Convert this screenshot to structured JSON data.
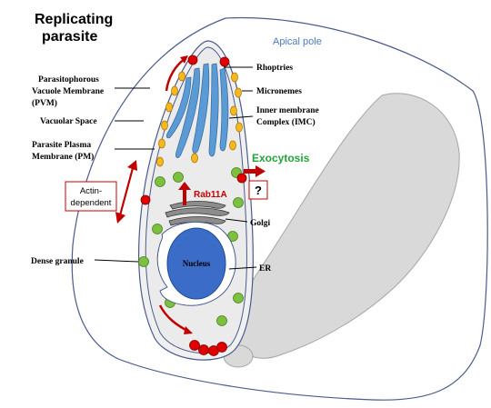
{
  "title": [
    "Replicating",
    "parasite"
  ],
  "apical_pole": "Apical pole",
  "labels": {
    "pvm": [
      "Parasitophorous",
      "Vacuole Membrane",
      "(PVM)"
    ],
    "vacuolar_space": "Vacuolar Space",
    "pm": [
      "Parasite Plasma",
      "Membrane (PM)"
    ],
    "rhoptries": "Rhoptries",
    "micronemes": "Micronemes",
    "imc": [
      "Inner membrane",
      "Complex (IMC)"
    ],
    "exocytosis": "Exocytosis",
    "unknown": "?",
    "actin": [
      "Actin-",
      "dependent"
    ],
    "rab11a": "Rab11A",
    "golgi": "Golgi",
    "dense_granule": "Dense granule",
    "nucleus": "Nucleus",
    "er": "ER"
  },
  "colors": {
    "membrane": "#4a5b8c",
    "apical_pole": "#4a7bc4",
    "red_accent": "#cc0000",
    "exocytosis": "#22a33a",
    "nucleus": "#3b6cc7",
    "rhoptry": "#5b9bd5",
    "microneme": "#f5b820",
    "dense_granule": "#7cc040",
    "cytoplasm": "#ebebeb",
    "host_cell": "#d9d9d9"
  }
}
